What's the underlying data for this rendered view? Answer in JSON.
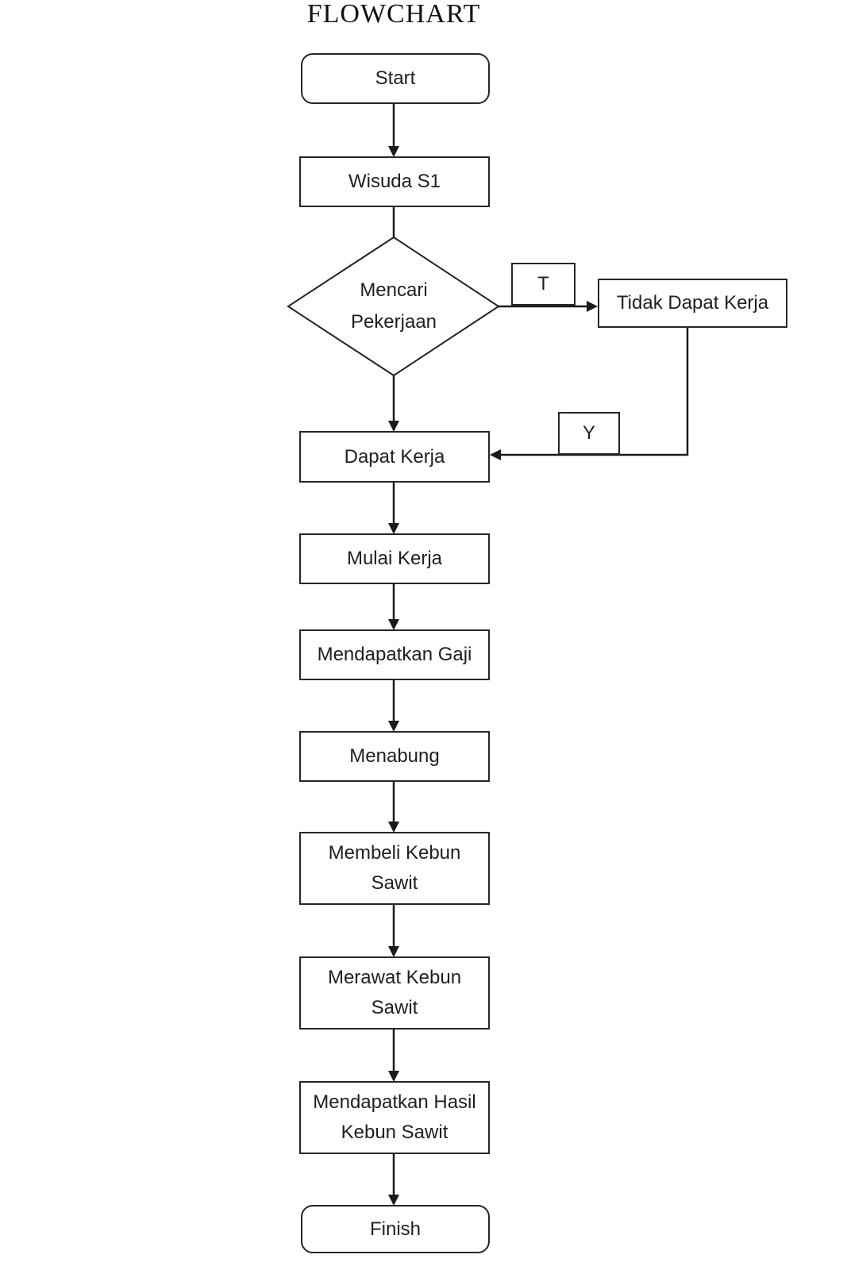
{
  "title": "FLOWCHART",
  "flowchart": {
    "nodes": {
      "start": {
        "type": "terminator",
        "label": "Start"
      },
      "wisuda_s1": {
        "type": "process",
        "label": "Wisuda S1"
      },
      "mencari_pekerjaan": {
        "type": "decision",
        "label": "Mencari\nPekerjaan"
      },
      "tidak_dapat_kerja": {
        "type": "process",
        "label": "Tidak Dapat Kerja"
      },
      "dapat_kerja": {
        "type": "process",
        "label": "Dapat Kerja"
      },
      "mulai_kerja": {
        "type": "process",
        "label": "Mulai Kerja"
      },
      "mendapatkan_gaji": {
        "type": "process",
        "label": "Mendapatkan Gaji"
      },
      "menabung": {
        "type": "process",
        "label": "Menabung"
      },
      "membeli_kebun_sawit": {
        "type": "process",
        "label": "Membeli Kebun\nSawit"
      },
      "merawat_kebun_sawit": {
        "type": "process",
        "label": "Merawat Kebun\nSawit"
      },
      "mendapatkan_hasil_kebun_sawit": {
        "type": "process",
        "label": "Mendapatkan Hasil\nKebun Sawit"
      },
      "finish": {
        "type": "terminator",
        "label": "Finish"
      }
    },
    "branch_labels": {
      "t": "T",
      "y": "Y"
    },
    "colors": {
      "stroke": "#1a1a1a",
      "border": "#262626",
      "text": "#1f1f1f",
      "background": "#ffffff"
    }
  }
}
